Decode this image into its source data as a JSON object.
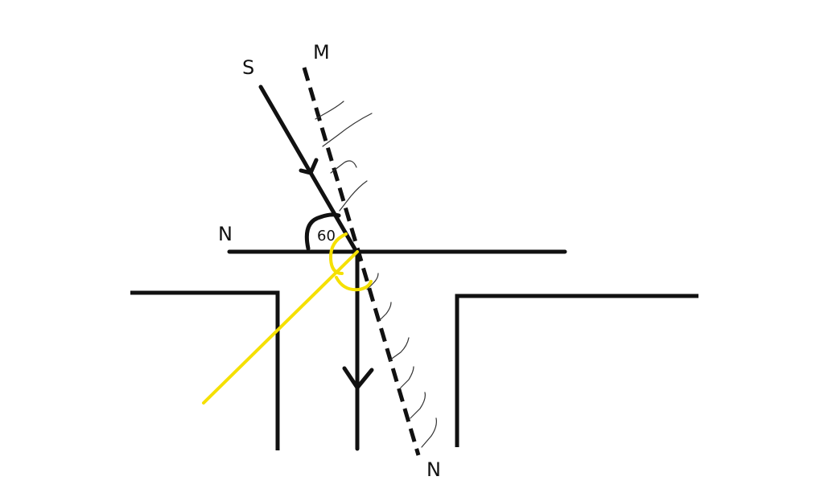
{
  "diagram": {
    "labels": {
      "source": "S",
      "mirror_top": "M",
      "normal_left": "N",
      "mirror_bottom": "N",
      "angle": "60"
    },
    "colors": {
      "ink": "#111111",
      "highlight": "#f5e000",
      "background": "#ffffff"
    }
  }
}
